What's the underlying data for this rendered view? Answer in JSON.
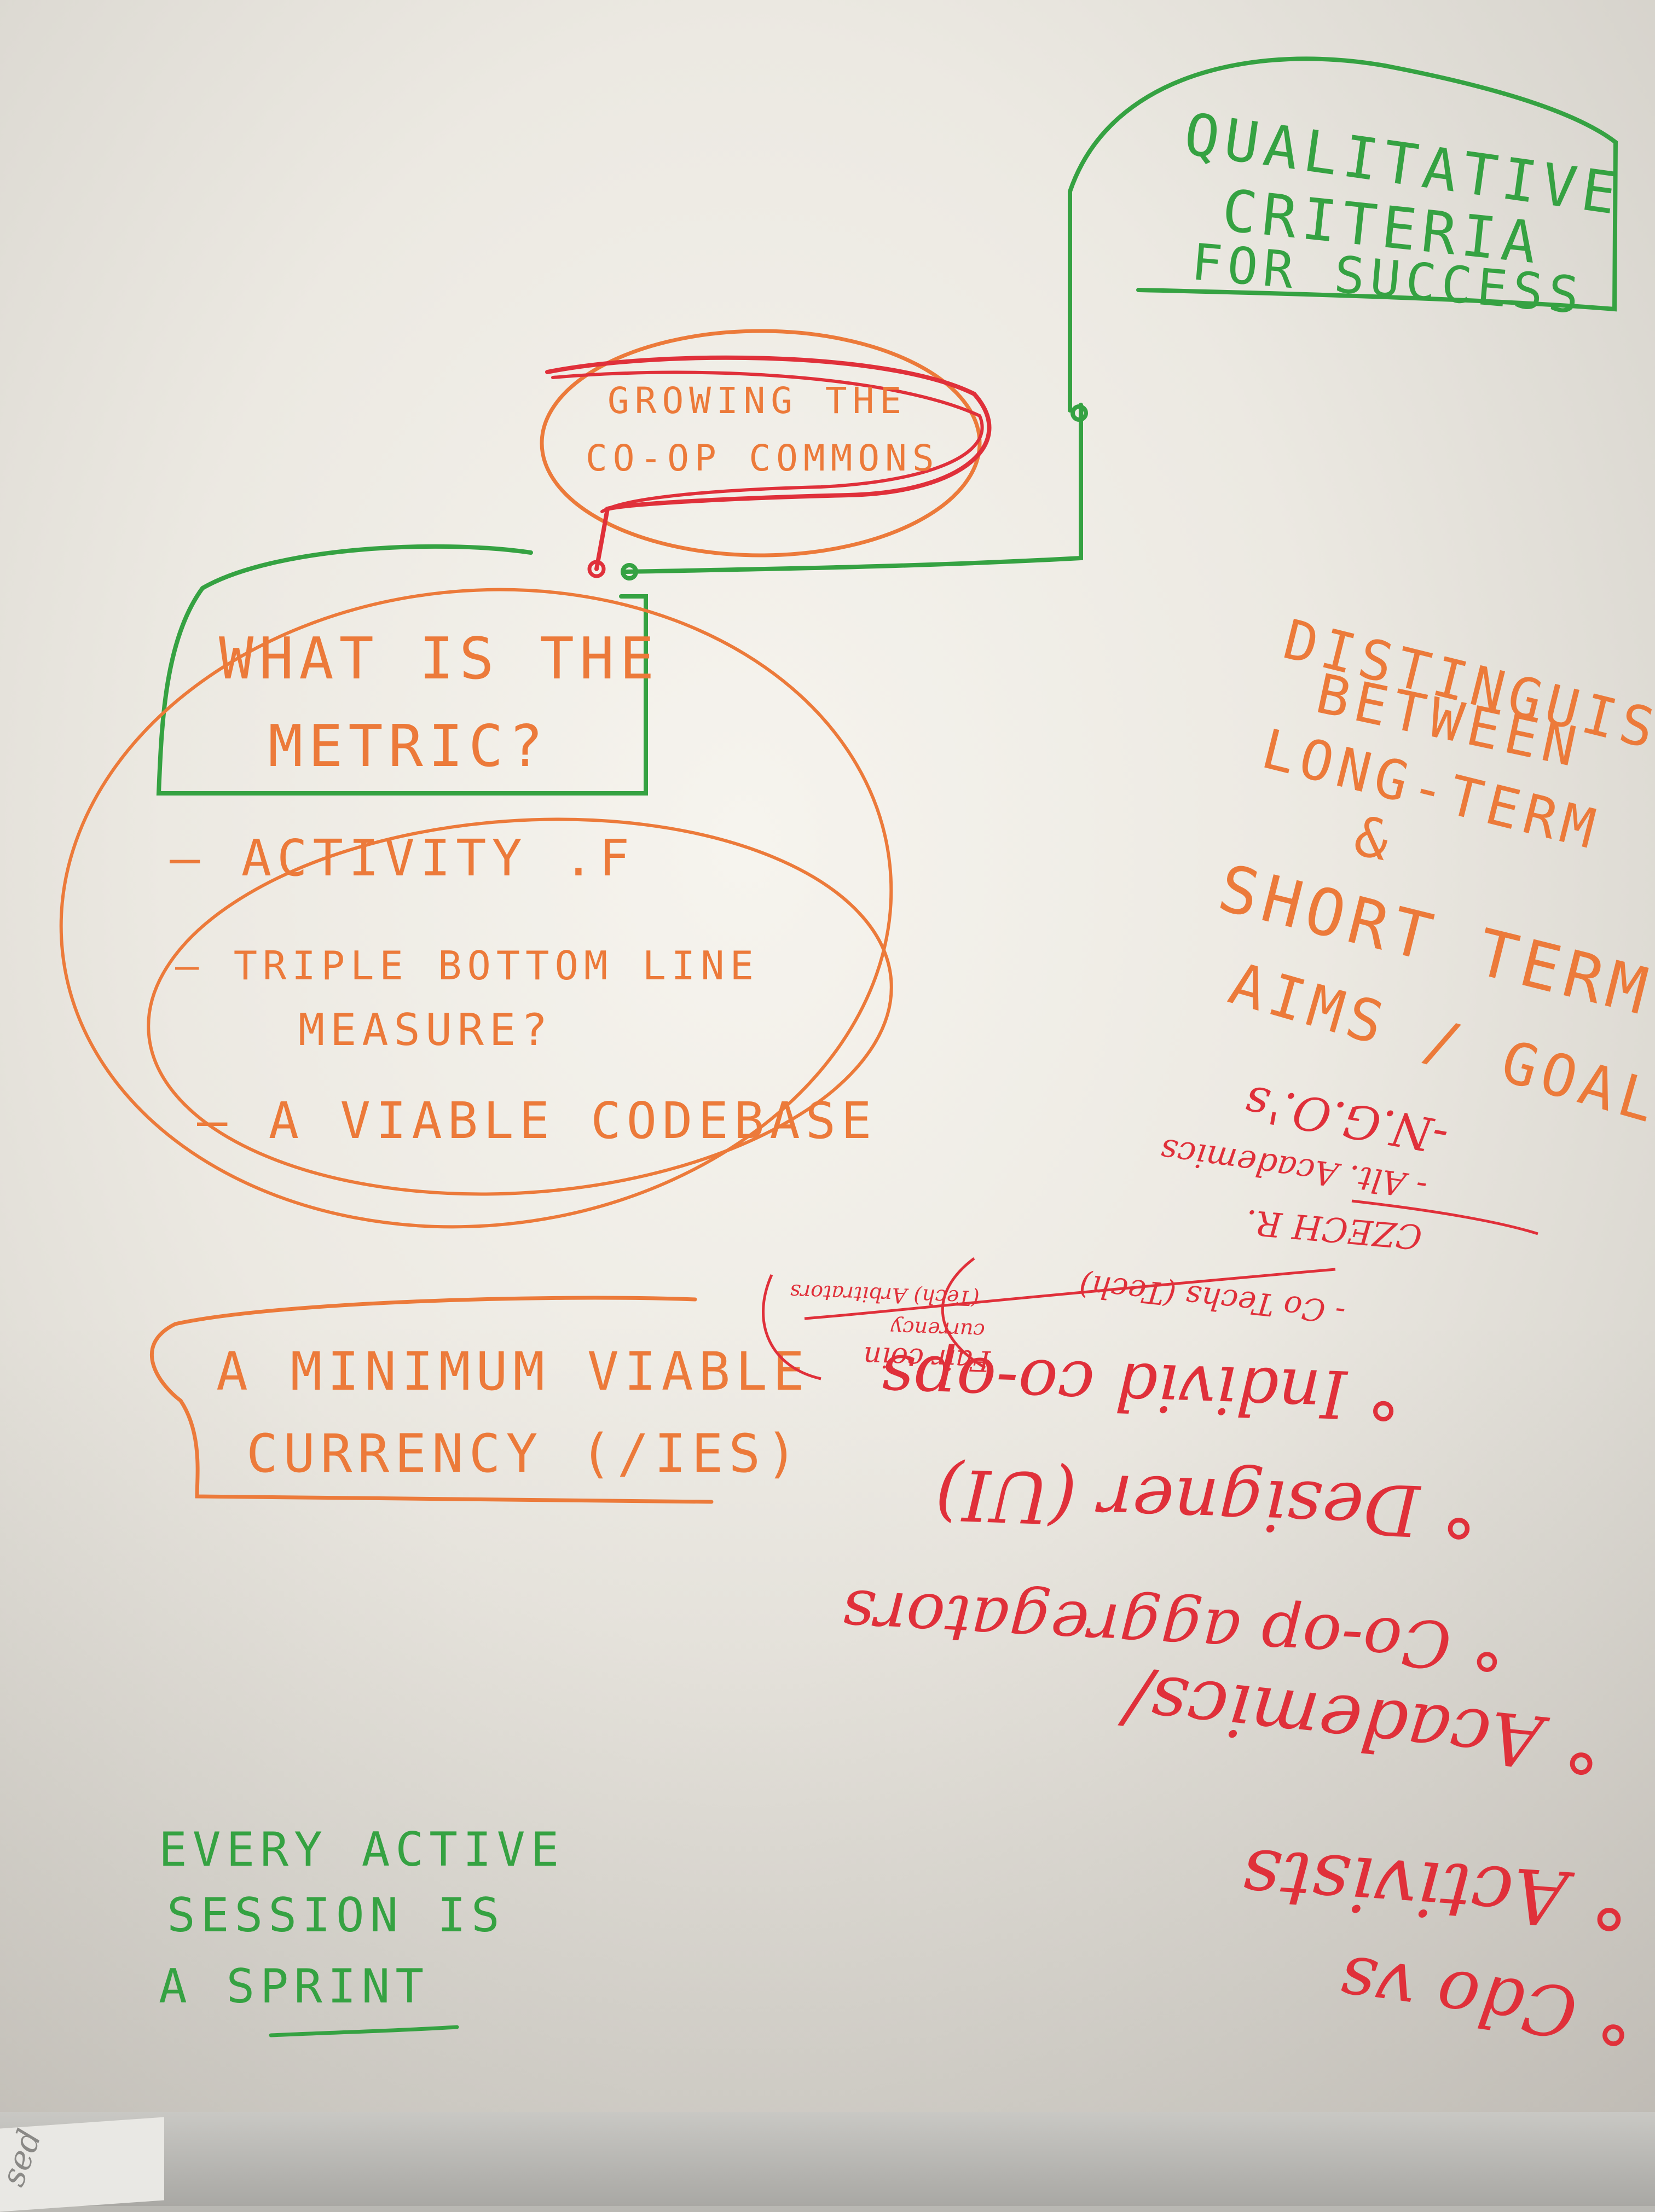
{
  "colors": {
    "green": "#35a242",
    "orange": "#ec7a3a",
    "red": "#e0303a"
  },
  "green_notes": {
    "qualitative": [
      "QUALITATIVE",
      "CRITERIA",
      "FOR SUCCESS"
    ],
    "sprint": [
      "EVERY ACTIVE",
      "SESSION IS",
      "A SPRINT"
    ]
  },
  "orange_notes": {
    "commons": [
      "GROWING THE",
      "CO-OP COMMONS"
    ],
    "metric": [
      "WHAT IS THE",
      "METRIC?"
    ],
    "metric_items": [
      "— ACTIVITY .F",
      "— TRIPLE BOTTOM LINE",
      "MEASURE?",
      "— A VIABLE CODEBASE"
    ],
    "currency": [
      "A MINIMUM VIABLE",
      "CURRENCY (/IES)"
    ],
    "distinguish": [
      "DISTINGUISH",
      "BETWEEN",
      "LONG-TERM",
      "&",
      "SHORT TERM",
      "AIMS / GOALS."
    ]
  },
  "red_notes_upside_down": [
    "-N.G.O.'s",
    "- Alt. Academics",
    "CZECH R.",
    "- Co Techs (Tech)",
    "Fair coin",
    "currency",
    "(Tech) Arbitrators",
    "° Individ co-ops",
    "° Designer (UI)",
    "° Co-op aggregators",
    "° Academics/",
    "° Activists",
    "° Cdo vs"
  ],
  "corner_scrap": "sed"
}
